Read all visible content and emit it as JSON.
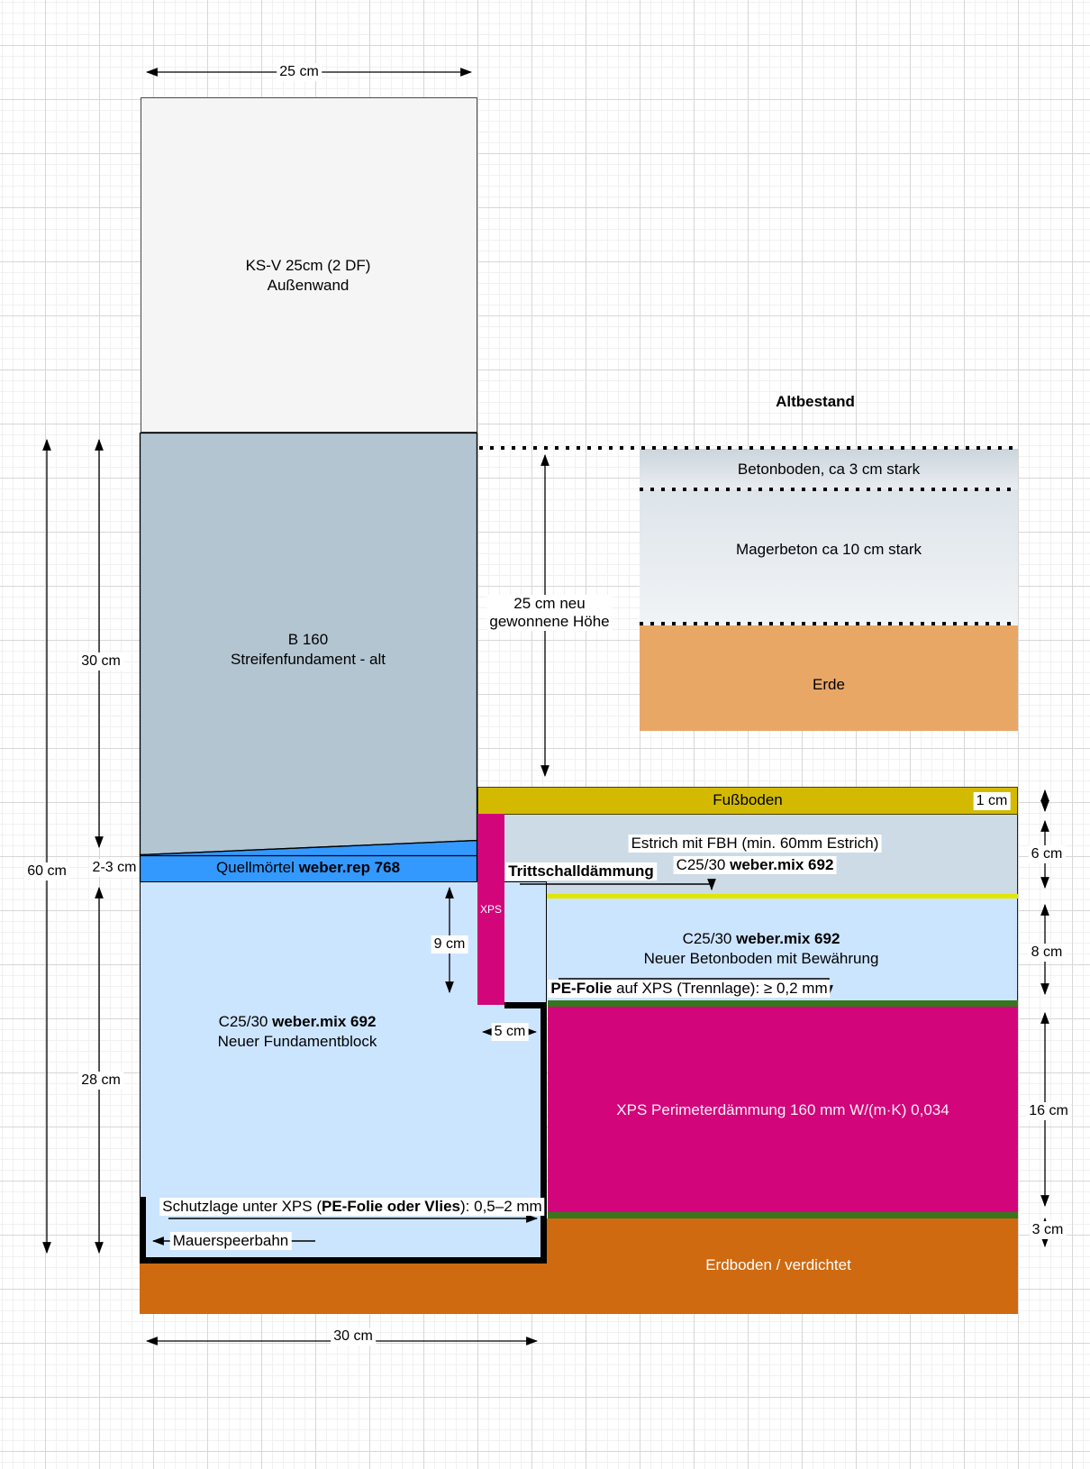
{
  "wall": {
    "line1": "KS-V 25cm (2 DF)",
    "line2": "Außenwand",
    "width_label": "25 cm"
  },
  "old_foundation": {
    "line1": "B 160",
    "line2": "Streifenfundament - alt",
    "depth_label": "30 cm",
    "total_label": "60 cm"
  },
  "mortar_joint": {
    "text": "Quellmörtel ",
    "product": "weber.rep 768",
    "thickness_label": "2-3 cm"
  },
  "altbestand": {
    "title": "Altbestand",
    "layer1": "Betonboden, ca 3 cm stark",
    "layer2": "Magerbeton ca 10 cm stark",
    "layer3": "Erde"
  },
  "new_height_note": {
    "line1": "25 cm neu",
    "line2": "gewonnene Höhe"
  },
  "floor": {
    "label": "Fußboden",
    "thickness_label": "1 cm"
  },
  "estrich": {
    "line1": "Estrich mit FBH (min. 60mm Estrich)",
    "material": "C25/30 ",
    "product": "weber.mix 692",
    "thickness_label": "6 cm"
  },
  "impact_insulation": {
    "label": "Trittschalldämmung"
  },
  "concrete_floor": {
    "material": "C25/30 ",
    "product": "weber.mix 692",
    "line2": "Neuer Betonboden mit Bewährung",
    "thickness_label": "8 cm"
  },
  "pe_foil": {
    "bold": "PE-Folie",
    "rest": " auf XPS (Trennlage): ≥ 0,2 mm"
  },
  "xps_strip": {
    "label": "XPS",
    "offset_label": "9 cm",
    "notch_label": "5 cm"
  },
  "xps_block": {
    "label": "XPS Perimeterdämmung 160 mm W/(m·K) 0,034",
    "thickness_label": "16 cm"
  },
  "new_block": {
    "material": "C25/30 ",
    "product": "weber.mix 692",
    "line2": "Neuer Fundamentblock",
    "depth_label": "28 cm",
    "width_label": "30 cm"
  },
  "protection_layer": {
    "pre": "Schutzlage unter XPS (",
    "bold": "PE-Folie oder Vlies",
    "post": "): 0,5–2 mm"
  },
  "barrier": {
    "label": "Mauerspeerbahn"
  },
  "soil": {
    "label": "Erdboden / verdichtet",
    "bed_label": "3 cm"
  },
  "colors": {
    "wall_fill": "#f5f5f5",
    "old_foundation_fill": "#b4c5d2",
    "mortar_blue": "#3399ff",
    "light_blue_concrete": "#cce5ff",
    "estrich_fill": "#ccdbe6",
    "floor_yellow": "#d3ba00",
    "impact_line_yellowgreen": "#dfe700",
    "xps_pink": "#d2067a",
    "foil_green": "#38761d",
    "soil_orange": "#cf6a10",
    "erde_sand": "#e9a766"
  }
}
